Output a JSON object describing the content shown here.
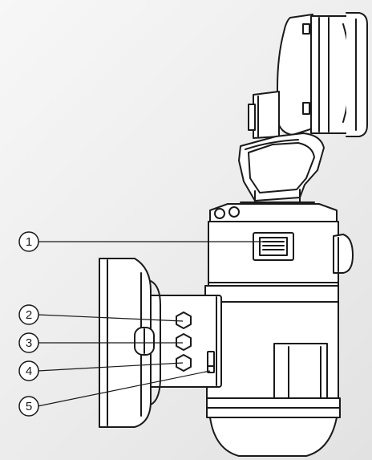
{
  "callouts": [
    {
      "number": "1"
    },
    {
      "number": "2"
    },
    {
      "number": "3"
    },
    {
      "number": "4"
    },
    {
      "number": "5"
    }
  ],
  "colors": {
    "background": "#ececec",
    "line": "#1a1a1a",
    "fill": "#ffffff"
  }
}
